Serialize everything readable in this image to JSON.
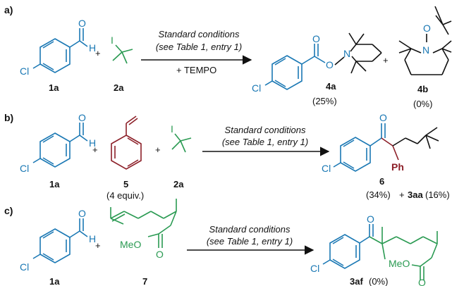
{
  "colors": {
    "blue": "#1a78b4",
    "green": "#2a9a52",
    "red": "#8c1f28",
    "black": "#111111"
  },
  "reaction_a": {
    "section_label": "a)",
    "plus_1": "+",
    "plus_2": "+",
    "condition_line_1": "Standard conditions",
    "condition_line_2": "(see Table 1, entry 1)",
    "additive": "+ TEMPO",
    "reactant_1": {
      "label": "1a",
      "atom_cl": "Cl",
      "atom_o": "O",
      "atom_h": "H"
    },
    "reactant_2": {
      "label": "2a",
      "atom_i": "I"
    },
    "product_1": {
      "label": "4a",
      "yield": "(25%)",
      "atom_cl": "Cl",
      "atom_o1": "O",
      "atom_o2": "O",
      "atom_n": "N"
    },
    "product_2": {
      "label": "4b",
      "yield": "(0%)",
      "atom_o": "O",
      "atom_n": "N"
    }
  },
  "reaction_b": {
    "section_label": "b)",
    "plus_1": "+",
    "plus_2": "+",
    "condition_line_1": "Standard conditions",
    "condition_line_2": "(see Table 1, entry 1)",
    "reactant_1": {
      "label": "1a",
      "atom_cl": "Cl",
      "atom_o": "O",
      "atom_h": "H"
    },
    "reactant_2": {
      "label": "5",
      "equiv": "(4 equiv.)"
    },
    "reactant_3": {
      "label": "2a",
      "atom_i": "I"
    },
    "product_1": {
      "label": "6",
      "yield": "(34%)",
      "atom_cl": "Cl",
      "atom_o": "O",
      "atom_ph": "Ph"
    },
    "extra_product": {
      "prefix": "+",
      "label": "3aa",
      "yield": "(16%)"
    }
  },
  "reaction_c": {
    "section_label": "c)",
    "plus_1": "+",
    "condition_line_1": "Standard conditions",
    "condition_line_2": "(see Table 1, entry 1)",
    "reactant_1": {
      "label": "1a",
      "atom_cl": "Cl",
      "atom_o": "O",
      "atom_h": "H"
    },
    "reactant_2": {
      "label": "7",
      "atom_meo": "MeO",
      "atom_o": "O"
    },
    "product_1": {
      "label": "3af",
      "yield": "(0%)",
      "atom_cl": "Cl",
      "atom_o": "O",
      "atom_meo": "MeO",
      "atom_o2": "O"
    }
  }
}
